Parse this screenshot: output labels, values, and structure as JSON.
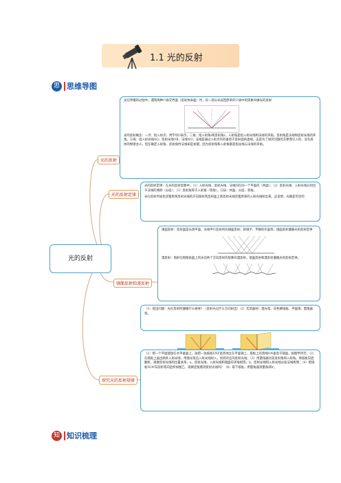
{
  "header": {
    "title": "1.1 光的反射"
  },
  "sections": {
    "mindmap": {
      "icon": "思",
      "label": "思维导图"
    },
    "knowledge": {
      "icon": "知",
      "label": "知识梳理"
    }
  },
  "mindmap": {
    "root": "光的反射",
    "branches": [
      {
        "label": "光的反射",
        "paragraphs": [
          "光在传播的过程中，遇到两种介质交界面（反射体表面）时，有一部分光返回原来的介质中的现象叫做光的反射",
          "光的反射概念：一点：指入射点，用字母O表示。二角：指入射角i和反射角r。入射角是指入射光线和法线的夹角，反射角是法线和反射光线的夹角。三线：指入射光线AO、反射光线OB、法线NO；法线是通过入射点作的垂直于反射面的虚线，这是为了研究问题的方便而引入的，没有具体的物理含义，但在确定入射角、反射角时法线却是关键，因为反射角和入射角都是指光线与法线的夹角。"
        ]
      },
      {
        "label": "光的反射定律",
        "paragraphs": [
          "光的反射定律：在光的反射现象中，（1）入射光线、反射光线、法线同在同一个平面内（共面）；（2）反射光线、入射光线分别位于法线的两侧（分居）；（3）反射角等于入射角（等角）。口诀：共面、分居、等角。",
          "光在反射时发生逆着原来反射光线的方向照射到反射面上则反射光线逆着原来的入射光线射出来。这说明，光路是可逆的"
        ]
      },
      {
        "label": "镜面反射和漫反射",
        "paragraphs": [
          "镜面反射：反射面是光滑平面，光线平行反射的叫镜面反射；如镜子、平静的水面等；镜面反射遵循光的反射定律",
          "漫反射：照射在粗糙表面上的光向各个方向反射的现象叫漫反射，镜面反射和漫反射遵循光的反射定律。"
        ]
      },
      {
        "label": "探究光的反射规律",
        "paragraphs": [
          "（1）提出问题：光在反射时遵循什么规律？（反射光沿什么方向射出）（2）实验器材：激光笔、白色硬纸板、平面镜、量角器等。",
          "（1）把一个平面镜放在水平桌面上，再把一张纸板ENF竖直地立在平面镜上，纸板上的直线ON垂直于镜面，如图甲所示；（2）在纸板上画出两条入射光线，用激光笔沿入射光线射入，找到对应的反射光线；（3）用量角器比较反射角和入射角。将纸板向后翻折，观察反射光线的位置关系；a、反射光线、入射光线和镜面的夹角相等；b、反射光线和入射光线分居法线两侧；（4）把纸板NOF向前折或向后折如图乙，观察还能看到反射光线吗？（6）取下纸板，用量角器测量角i和r。"
        ]
      }
    ]
  }
}
